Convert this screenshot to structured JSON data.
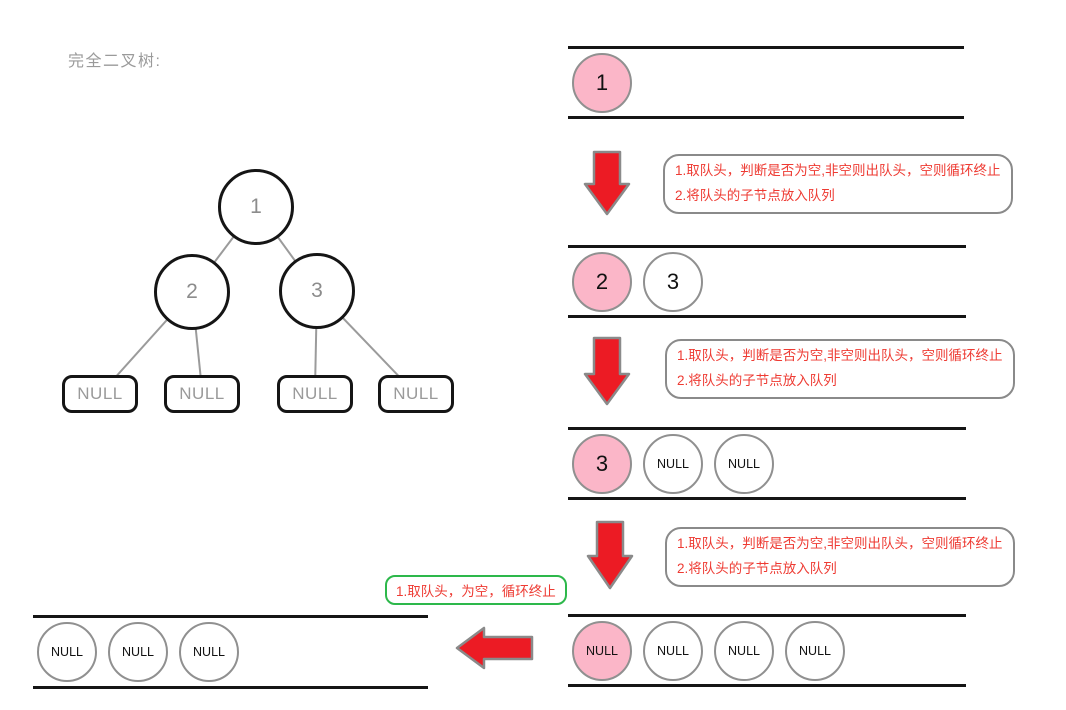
{
  "title": "完全二叉树:",
  "colors": {
    "pink": "#FBB6C8",
    "arrow_red": "#EC1B24",
    "annotation_red": "#EE3B33",
    "terminate_green": "#2DB84B"
  },
  "tree": {
    "nodes": [
      {
        "label": "1"
      },
      {
        "label": "2"
      },
      {
        "label": "3"
      }
    ],
    "leaves": [
      {
        "label": "NULL"
      },
      {
        "label": "NULL"
      },
      {
        "label": "NULL"
      },
      {
        "label": "NULL"
      }
    ]
  },
  "queues": [
    {
      "items": [
        {
          "label": "1",
          "highlighted": true
        }
      ]
    },
    {
      "items": [
        {
          "label": "2",
          "highlighted": true
        },
        {
          "label": "3",
          "highlighted": false
        }
      ]
    },
    {
      "items": [
        {
          "label": "3",
          "highlighted": true
        },
        {
          "label": "NULL",
          "highlighted": false
        },
        {
          "label": "NULL",
          "highlighted": false
        }
      ]
    },
    {
      "items": [
        {
          "label": "NULL",
          "highlighted": true
        },
        {
          "label": "NULL",
          "highlighted": false
        },
        {
          "label": "NULL",
          "highlighted": false
        },
        {
          "label": "NULL",
          "highlighted": false
        }
      ]
    },
    {
      "items": [
        {
          "label": "NULL",
          "highlighted": false
        },
        {
          "label": "NULL",
          "highlighted": false
        },
        {
          "label": "NULL",
          "highlighted": false
        }
      ]
    }
  ],
  "annotations": {
    "step_line1": "1.取队头，判断是否为空,非空则出队头，空则循环终止",
    "step_line2": "2.将队头的子节点放入队列",
    "terminate": "1.取队头，为空，循环终止"
  }
}
